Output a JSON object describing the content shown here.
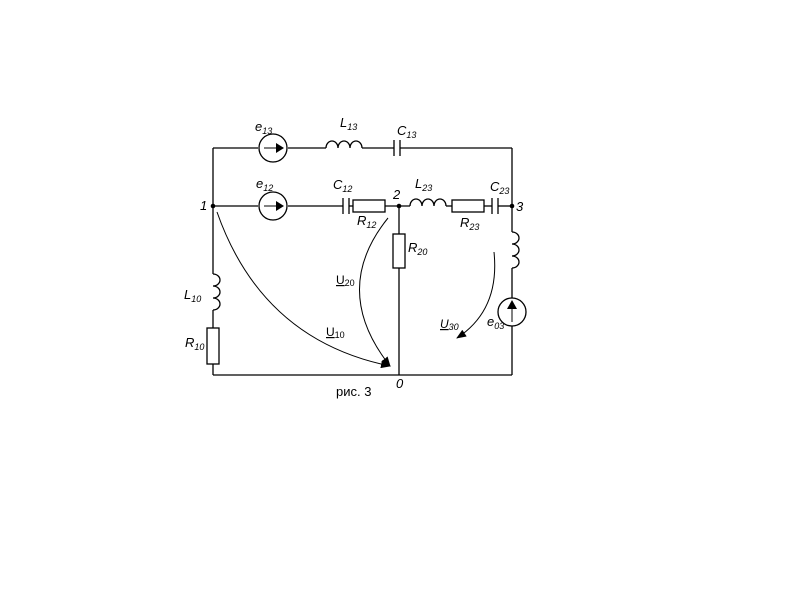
{
  "caption": "рис. 3",
  "nodes": {
    "n1": "1",
    "n2": "2",
    "n3": "3",
    "n0": "0"
  },
  "components": {
    "e13": {
      "main": "e",
      "sub": "13"
    },
    "L13": {
      "main": "L",
      "sub": "13"
    },
    "C13": {
      "main": "C",
      "sub": "13"
    },
    "e12": {
      "main": "e",
      "sub": "12"
    },
    "C12": {
      "main": "C",
      "sub": "12"
    },
    "R12": {
      "main": "R",
      "sub": "12"
    },
    "L23": {
      "main": "L",
      "sub": "23"
    },
    "R23": {
      "main": "R",
      "sub": "23"
    },
    "C23": {
      "main": "C",
      "sub": "23"
    },
    "R20": {
      "main": "R",
      "sub": "20"
    },
    "L10": {
      "main": "L",
      "sub": "10"
    },
    "R10": {
      "main": "R",
      "sub": "10"
    },
    "e03": {
      "main": "e",
      "sub": "03"
    }
  },
  "voltages": {
    "U10": {
      "main": "U",
      "sub": "10"
    },
    "U20": {
      "main": "U",
      "sub": "20"
    },
    "U30": {
      "main": "U",
      "sub": "30"
    }
  }
}
